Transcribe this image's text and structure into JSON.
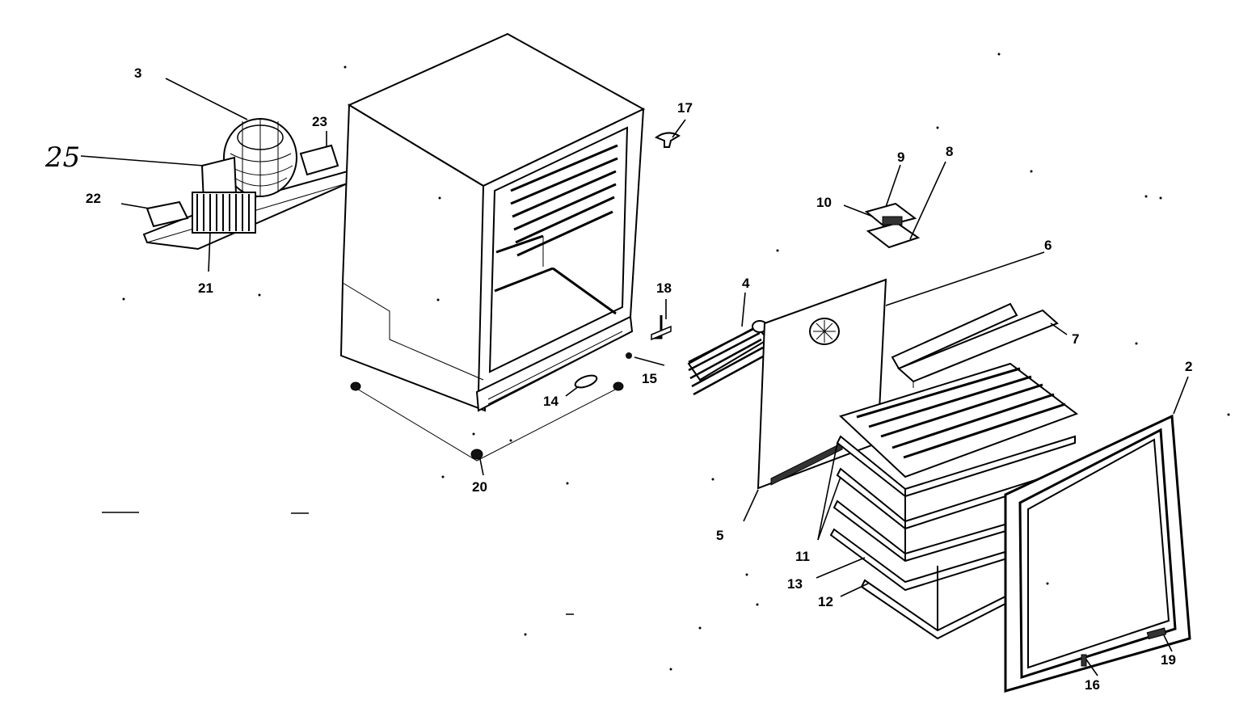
{
  "labels": {
    "p2": "2",
    "p3": "3",
    "p4": "4",
    "p5": "5",
    "p6": "6",
    "p7": "7",
    "p8": "8",
    "p9": "9",
    "p10": "10",
    "p11": "11",
    "p12": "12",
    "p13": "13",
    "p14": "14",
    "p15": "15",
    "p16": "16",
    "p17": "17",
    "p18": "18",
    "p19": "19",
    "p20": "20",
    "p21": "21",
    "p22": "22",
    "p23": "23",
    "p25": "25"
  }
}
